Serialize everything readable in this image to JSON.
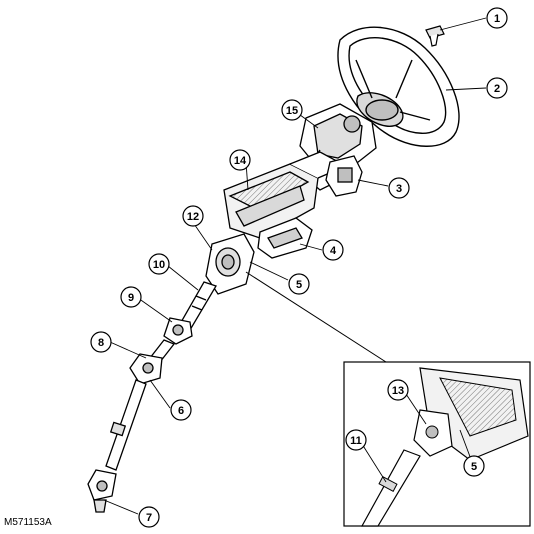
{
  "figure_id": "M571153A",
  "callouts": [
    "1",
    "2",
    "3",
    "4",
    "5",
    "6",
    "7",
    "8",
    "9",
    "10",
    "11",
    "12",
    "13",
    "14",
    "15",
    "5"
  ],
  "colors": {
    "line": "#000000",
    "fill": "#ffffff",
    "shade": "#bfbfbf",
    "dark": "#7a7a7a"
  }
}
